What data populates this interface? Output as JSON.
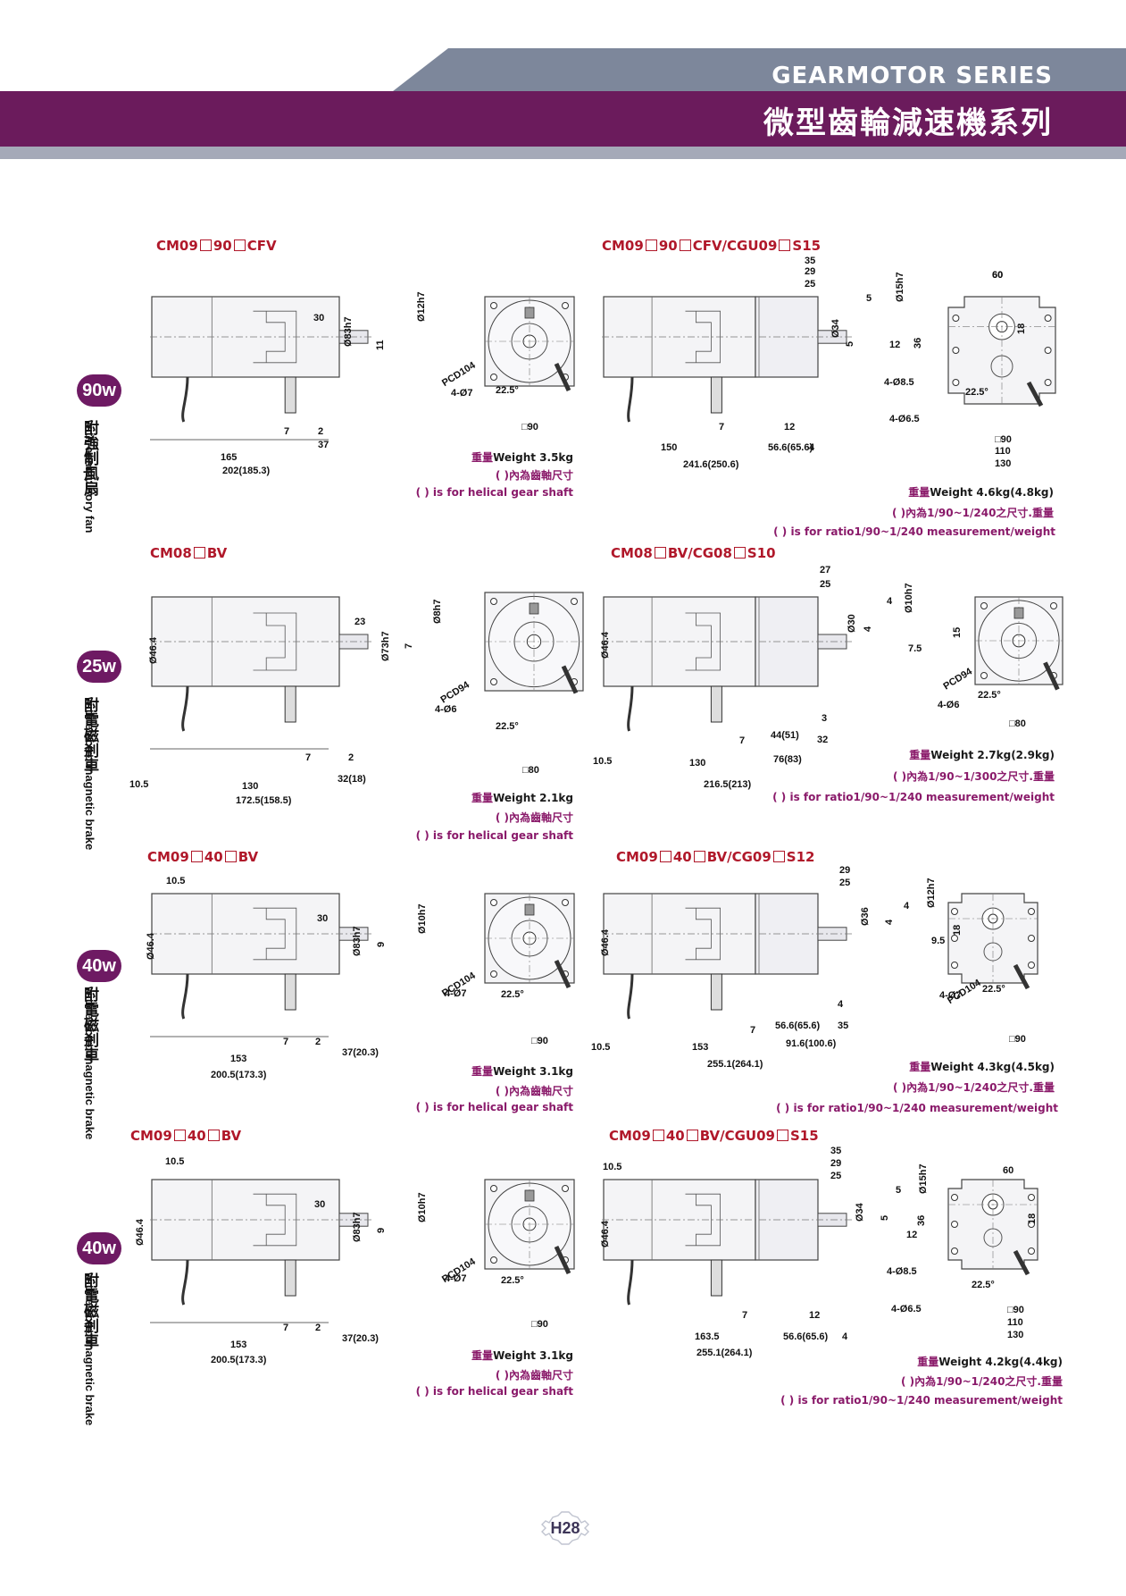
{
  "header": {
    "series_en": "GEARMOTOR SERIES",
    "series_zh": "微型齒輪減速機系列"
  },
  "footer": {
    "page": "H28"
  },
  "rows": [
    {
      "power": "90w",
      "side_zh": "附強制風扇",
      "side_en": "with compulsory fan",
      "left_model": [
        "CM09",
        "90",
        "CFV"
      ],
      "right_model": [
        "CM09",
        "90",
        "CFV/CGU09",
        "S15"
      ],
      "left_dims": [
        "30",
        "Ø83h7",
        "11",
        "Ø12h7",
        "7",
        "2",
        "37",
        "165",
        "202(185.3)"
      ],
      "left_front": [
        "PCD104",
        "4-Ø7",
        "22.5°",
        "□90"
      ],
      "left_weight": [
        "重量",
        "Weight 3.5kg"
      ],
      "left_note_zh": "( )內為齒軸尺寸",
      "left_note_en": "( ) is for helical gear shaft",
      "right_dims": [
        "35",
        "29",
        "25",
        "Ø34",
        "5",
        "5",
        "Ø15h7",
        "12",
        "60",
        "36",
        "18",
        "7",
        "12",
        "150",
        "56.6(65.6)",
        "4",
        "241.6(250.6)"
      ],
      "right_front": [
        "60",
        "4-Ø8.5",
        "22.5°",
        "4-Ø6.5",
        "□90",
        "110",
        "130"
      ],
      "right_weight": [
        "重量",
        "Weight 4.6kg(4.8kg)"
      ],
      "right_note_zh": "( )內為1/90~1/240之尺寸.重量",
      "right_note_en": "( ) is for ratio1/90~1/240 measurement/weight"
    },
    {
      "power": "25w",
      "side_zh": "附電磁剎車",
      "side_en": "with electro magnetic brake",
      "left_model": [
        "CM08",
        "BV"
      ],
      "right_model": [
        "CM08",
        "BV/CG08",
        "S10"
      ],
      "left_dims": [
        "Ø46.4",
        "23",
        "Ø73h7",
        "7",
        "Ø8h7",
        "7",
        "2",
        "32(18)",
        "10.5",
        "130",
        "172.5(158.5)"
      ],
      "left_front": [
        "PCD94",
        "4-Ø6",
        "22.5°",
        "□80"
      ],
      "left_weight": [
        "重量",
        "Weight 2.1kg"
      ],
      "left_note_zh": "( )內為齒軸尺寸",
      "left_note_en": "( ) is for helical gear shaft",
      "right_dims": [
        "27",
        "25",
        "Ø46.4",
        "Ø30",
        "4",
        "4",
        "Ø10h7",
        "7.5",
        "3",
        "7",
        "44(51)",
        "32",
        "76(83)",
        "10.5",
        "130",
        "216.5(213)"
      ],
      "right_front": [
        "15",
        "PCD94",
        "4-Ø6",
        "22.5°",
        "□80"
      ],
      "right_weight": [
        "重量",
        "Weight 2.7kg(2.9kg)"
      ],
      "right_note_zh": "( )內為1/90~1/300之尺寸.重量",
      "right_note_en": "( ) is for ratio1/90~1/240 measurement/weight"
    },
    {
      "power": "40w",
      "side_zh": "附電磁剎車",
      "side_en": "with electro magnetic brake",
      "left_model": [
        "CM09",
        "40",
        "BV"
      ],
      "right_model": [
        "CM09",
        "40",
        "BV/CG09",
        "S12"
      ],
      "left_dims": [
        "10.5",
        "Ø46.4",
        "30",
        "Ø83h7",
        "9",
        "Ø10h7",
        "7",
        "2",
        "37(20.3)",
        "153",
        "200.5(173.3)"
      ],
      "left_front": [
        "PCD104",
        "4-Ø7",
        "22.5°",
        "□90"
      ],
      "left_weight": [
        "重量",
        "Weight 3.1kg"
      ],
      "left_note_zh": "( )內為齒軸尺寸",
      "left_note_en": "( ) is for helical gear shaft",
      "right_dims": [
        "29",
        "25",
        "Ø46.4",
        "Ø36",
        "4",
        "4",
        "Ø12h7",
        "9.5",
        "4",
        "7",
        "56.6(65.6)",
        "35",
        "91.6(100.6)",
        "10.5",
        "153",
        "255.1(264.1)"
      ],
      "right_front": [
        "18",
        "PCD104",
        "4-Ø7",
        "22.5°",
        "□90"
      ],
      "right_weight": [
        "重量",
        "Weight 4.3kg(4.5kg)"
      ],
      "right_note_zh": "( )內為1/90~1/240之尺寸.重量",
      "right_note_en": "( ) is for ratio1/90~1/240 measurement/weight"
    },
    {
      "power": "40w",
      "side_zh": "附電磁剎車",
      "side_en": "with electro magnetic brake",
      "left_model": [
        "CM09",
        "40",
        "BV"
      ],
      "right_model": [
        "CM09",
        "40",
        "BV/CGU09",
        "S15"
      ],
      "left_dims": [
        "10.5",
        "Ø46.4",
        "30",
        "Ø83h7",
        "9",
        "Ø10h7",
        "7",
        "2",
        "37(20.3)",
        "153",
        "200.5(173.3)"
      ],
      "left_front": [
        "PCD104",
        "4-Ø7",
        "22.5°",
        "□90"
      ],
      "left_weight": [
        "重量",
        "Weight 3.1kg"
      ],
      "left_note_zh": "( )內為齒軸尺寸",
      "left_note_en": "( ) is for helical gear shaft",
      "right_dims": [
        "10.5",
        "35",
        "29",
        "25",
        "Ø46.4",
        "Ø34",
        "5",
        "5",
        "Ø15h7",
        "12",
        "60",
        "36",
        "18",
        "7",
        "12",
        "163.5",
        "56.6(65.6)",
        "4",
        "255.1(264.1)"
      ],
      "right_front": [
        "4-Ø8.5",
        "22.5°",
        "4-Ø6.5",
        "□90",
        "110",
        "130"
      ],
      "right_weight": [
        "重量",
        "Weight 4.2kg(4.4kg)"
      ],
      "right_note_zh": "( )內為1/90~1/240之尺寸.重量",
      "right_note_en": "( ) is for ratio1/90~1/240 measurement/weight"
    }
  ]
}
